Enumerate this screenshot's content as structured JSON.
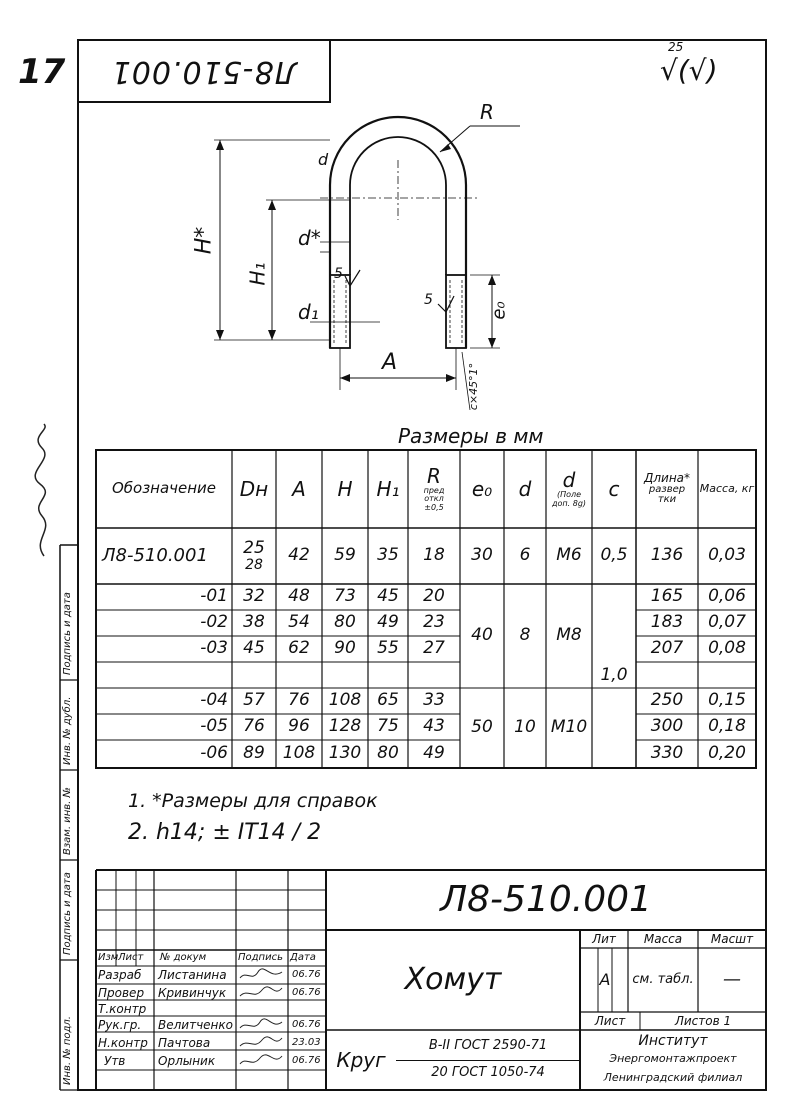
{
  "page_number": "17",
  "top_code": "Л8-510.001",
  "roughness": {
    "value": "25",
    "symbol": "√(√)"
  },
  "drawing_labels": {
    "R": "R",
    "H_star": "H*",
    "H1": "H₁",
    "d_star": "d*",
    "d1": "d₁",
    "s5_left": "5",
    "s5_right": "5",
    "e0": "e₀",
    "A": "A",
    "chamfer": "c×45°1°",
    "d_rod": "d"
  },
  "sizes_label": "Размеры в мм",
  "table": {
    "headers": {
      "designation": "Обозначение",
      "dn": "Dн",
      "a": "A",
      "h": "H",
      "h1": "H₁",
      "r": "R",
      "r_sub": "пред откл ±0,5",
      "e0": "e₀",
      "d": "d",
      "d_thread": "d",
      "d_thread_sub": "(Поле доп. 8g)",
      "c": "c",
      "length": "Длина*",
      "length_sub": "развер тки",
      "mass": "Масса, кг"
    },
    "rows": [
      {
        "designation": "Л8-510.001",
        "dn": "25",
        "dn2": "28",
        "a": "42",
        "h": "59",
        "h1": "35",
        "r": "18",
        "length": "136",
        "mass": "0,03"
      },
      {
        "designation": "-01",
        "dn": "32",
        "a": "48",
        "h": "73",
        "h1": "45",
        "r": "20",
        "length": "165",
        "mass": "0,06"
      },
      {
        "designation": "-02",
        "dn": "38",
        "a": "54",
        "h": "80",
        "h1": "49",
        "r": "23",
        "length": "183",
        "mass": "0,07"
      },
      {
        "designation": "-03",
        "dn": "45",
        "a": "62",
        "h": "90",
        "h1": "55",
        "r": "27",
        "length": "207",
        "mass": "0,08"
      },
      {
        "designation": "-04",
        "dn": "57",
        "a": "76",
        "h": "108",
        "h1": "65",
        "r": "33",
        "length": "250",
        "mass": "0,15"
      },
      {
        "designation": "-05",
        "dn": "76",
        "a": "96",
        "h": "128",
        "h1": "75",
        "r": "43",
        "length": "300",
        "mass": "0,18"
      },
      {
        "designation": "-06",
        "dn": "89",
        "a": "108",
        "h": "130",
        "h1": "80",
        "r": "49",
        "length": "330",
        "mass": "0,20"
      }
    ],
    "merged": {
      "e0_a": "30",
      "d_a": "6",
      "thread_a": "М6",
      "c_a": "0,5",
      "e0_b": "40",
      "d_b": "8",
      "thread_b": "М8",
      "e0_c": "50",
      "d_c": "10",
      "thread_c": "М10",
      "c_b": "1,0"
    }
  },
  "notes": [
    "1. *Размеры для справок",
    "2. h14; ± IT14 / 2"
  ],
  "title_block": {
    "code": "Л8-510.001",
    "name": "Хомут",
    "material_top": "В-II ГОСТ 2590-71",
    "material_bottom": "20 ГОСТ 1050-74",
    "material_word": "Круг",
    "lit_label": "Лит",
    "mass_label": "Масса",
    "scale_label": "Масшт",
    "lit_value": "А",
    "mass_value": "см. табл.",
    "scale_value": "—",
    "sheet_label": "Лист",
    "sheets_label": "Листов 1",
    "org1": "Институт",
    "org2": "Энергомонтажпроект",
    "org3": "Ленинградский филиал",
    "header_row": [
      "Изм",
      "Лист",
      "№ докум",
      "Подпись",
      "Дата"
    ],
    "staff": [
      {
        "role": "Разраб",
        "name": "Листанина",
        "date": "06.76"
      },
      {
        "role": "Провер",
        "name": "Кривинчук",
        "date": "06.76"
      },
      {
        "role": "Т.контр",
        "name": "",
        "date": ""
      },
      {
        "role": "Рук.гр.",
        "name": "Велитченко",
        "date": "06.76"
      },
      {
        "role": "Н.контр",
        "name": "Пачтова",
        "date": "23.03"
      },
      {
        "role": "Утв",
        "name": "Орлыник",
        "date": "06.76"
      }
    ]
  },
  "side_labels": [
    "Инв. № подл.",
    "Подпись и дата",
    "Взам. инв. №",
    "Инв. № дубл.",
    "Подпись и дата"
  ]
}
